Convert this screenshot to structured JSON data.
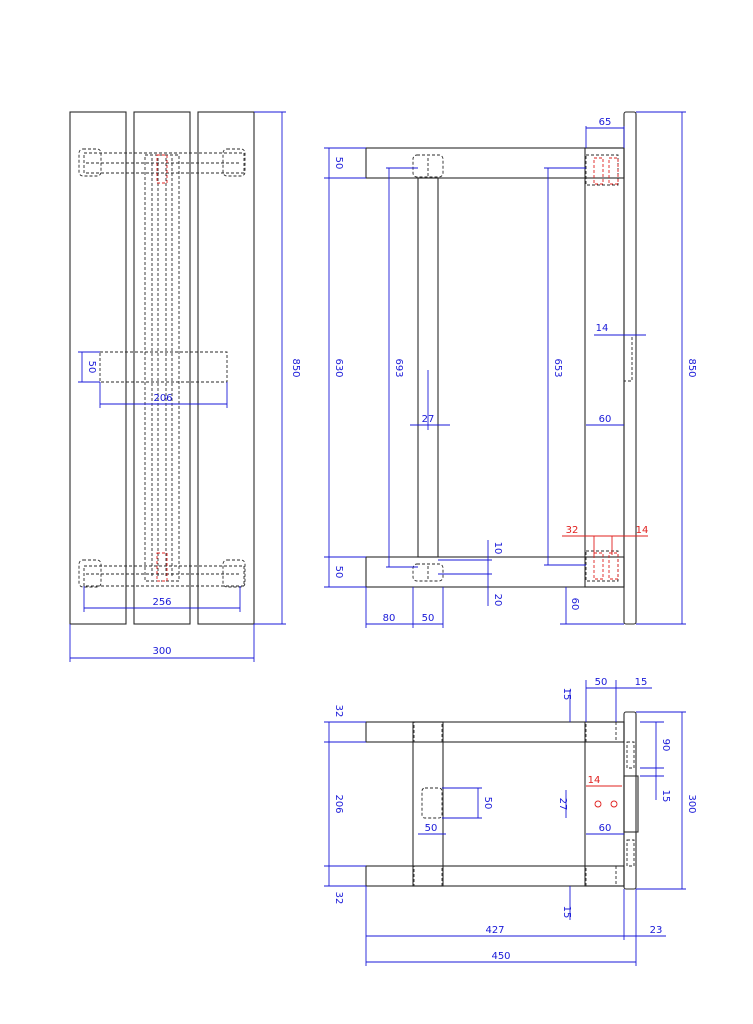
{
  "colors": {
    "part_outline": "#2a2a2a",
    "dimension": "#1a1ad8",
    "highlight": "#e0201e",
    "background": "#ffffff"
  },
  "front_view": {
    "dims": {
      "height_total": "850",
      "width_total": "300",
      "tenon_spacing": "256",
      "middle_span": "206",
      "middle_rail": "50"
    }
  },
  "side_view": {
    "dims": {
      "rail_top": "50",
      "rail_bottom": "50",
      "inner_height": "630",
      "stretcher_length": "693",
      "leg_inner": "653",
      "height_total": "850",
      "leg_top": "65",
      "hole_spacing": "14",
      "slot_width": "60",
      "stretcher_width": "27",
      "gap_small": "10",
      "gap_stretcher": "20",
      "leg_foot": "60",
      "offset_left": "80",
      "stretcher_base": "50",
      "red_left": "32",
      "red_right": "14"
    }
  },
  "top_view": {
    "dims": {
      "rail_top": "32",
      "inner_span": "206",
      "rail_bottom": "32",
      "leg_width": "50",
      "leg_gap": "15",
      "leg_gap_top": "15",
      "slot_depth": "90",
      "slot_gap": "15",
      "depth_total": "300",
      "tenon_v": "50",
      "tenon_h": "50",
      "red_hole": "14",
      "mortise": "27",
      "mortise_width": "60",
      "leg_gap_bottom": "15",
      "inner_length": "427",
      "end_offset": "23",
      "length_total": "450"
    }
  }
}
